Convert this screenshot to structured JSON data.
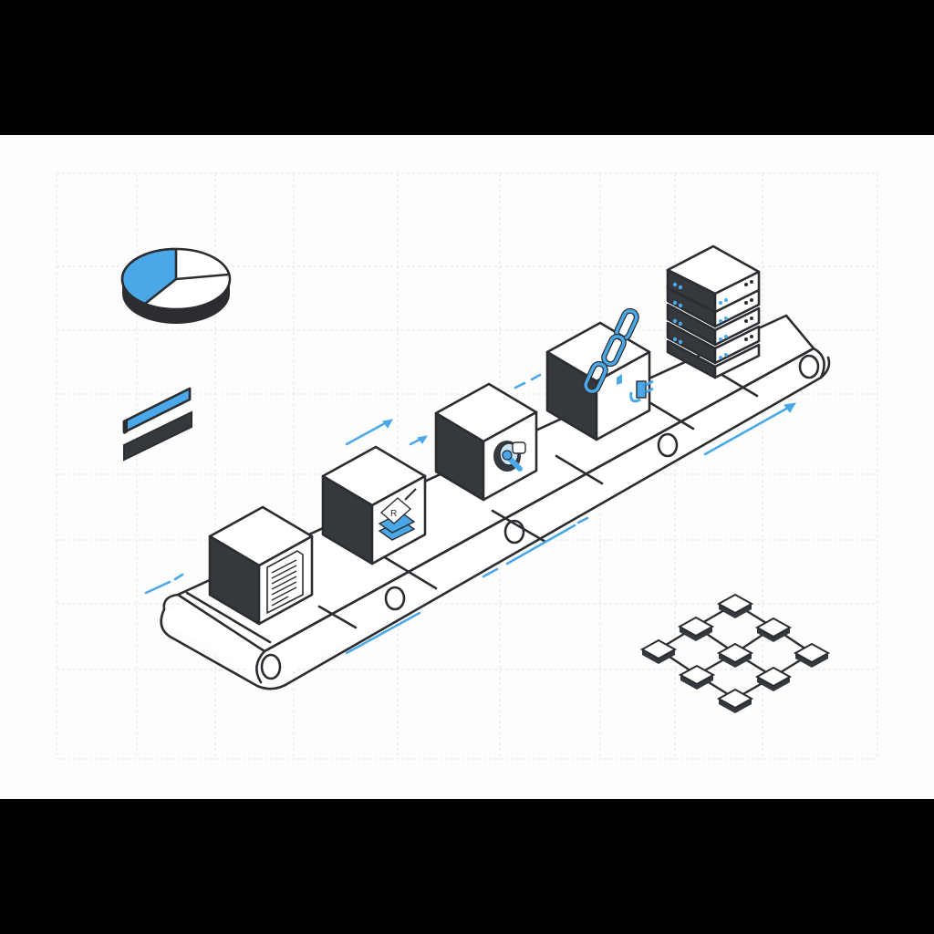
{
  "title": "Isometric data pipeline conveyor belt",
  "colors": {
    "background": "#fdfdfd",
    "letterbox": "#000000",
    "ink": "#2b2d31",
    "dark_face": "#35383d",
    "accent_blue": "#4aa8e8",
    "grid": "#dcdfe3"
  },
  "grid": {
    "x_lines": [
      62,
      150,
      236,
      322,
      436,
      548,
      658,
      740,
      836,
      962
    ],
    "y_lines": [
      190,
      292,
      362,
      432,
      520,
      592,
      662,
      734,
      832
    ]
  },
  "legend_icons": [
    {
      "name": "pie-chart-icon",
      "segments": [
        {
          "share": 0.35,
          "filled": true
        },
        {
          "share": 0.2,
          "filled": false
        },
        {
          "share": 0.45,
          "filled": false
        }
      ]
    },
    {
      "name": "bar-icon-blue"
    },
    {
      "name": "bar-icon-dark"
    }
  ],
  "pipeline": {
    "stages": [
      {
        "id": 1,
        "icon": "document-icon",
        "meaning": "raw document"
      },
      {
        "id": 2,
        "icon": "layers-tag-icon",
        "meaning": "tagging / labeling"
      },
      {
        "id": 3,
        "icon": "toggle-switch-icon",
        "meaning": "processing switch"
      },
      {
        "id": 4,
        "icon": "chain-link-plug-icon",
        "meaning": "connect / integrate"
      },
      {
        "id": 5,
        "icon": "server-stack-icon",
        "meaning": "storage servers"
      }
    ],
    "flow_arrows": 6,
    "direction": "left-to-right"
  },
  "network": {
    "icon": "node-network-icon",
    "nodes": 9
  }
}
